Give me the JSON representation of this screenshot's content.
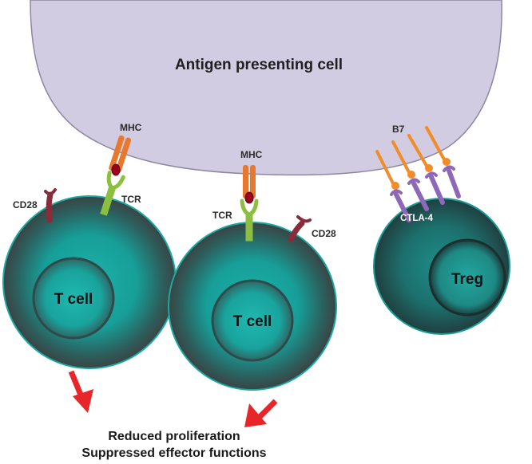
{
  "apc": {
    "label": "Antigen presenting cell",
    "color": "#d2cce2"
  },
  "labels": {
    "mhc_left": "MHC",
    "mhc_mid": "MHC",
    "tcr_left": "TCR",
    "tcr_mid": "TCR",
    "cd28_left": "CD28",
    "cd28_mid": "CD28",
    "b7": "B7",
    "ctla4": "CTLA-4"
  },
  "cells": {
    "left": "T cell",
    "middle": "T cell",
    "treg": "Treg"
  },
  "outcome": {
    "line1": "Reduced proliferation",
    "line2": "Suppressed effector functions"
  },
  "colors": {
    "cell_teal": "#19a9a3",
    "cell_dark": "#1e3a3a",
    "mhc": "#e8782e",
    "tcr": "#8cbf3f",
    "peptide": "#a00020",
    "cd28": "#8a2b3a",
    "b7": "#f08c2a",
    "ctla4": "#8e67b8",
    "arrow": "#e8262a"
  }
}
